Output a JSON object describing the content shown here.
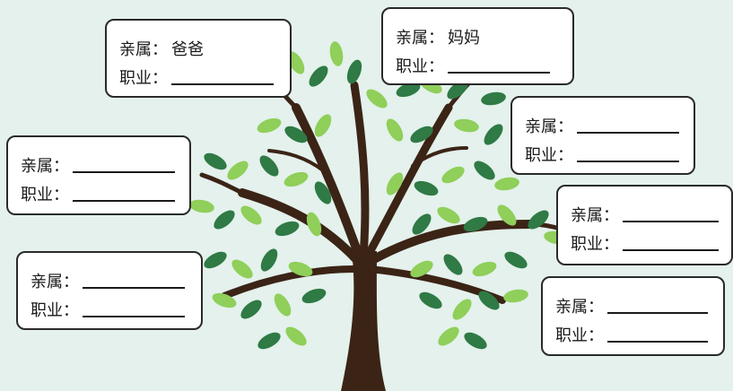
{
  "labels": {
    "relative": "亲属",
    "job": "职业",
    "colon": "："
  },
  "cards": [
    {
      "id": "dad",
      "relative_value": "爸爸",
      "job_value": ""
    },
    {
      "id": "mom",
      "relative_value": "妈妈",
      "job_value": ""
    },
    {
      "id": "right-1",
      "relative_value": "",
      "job_value": ""
    },
    {
      "id": "left-1",
      "relative_value": "",
      "job_value": ""
    },
    {
      "id": "right-2",
      "relative_value": "",
      "job_value": ""
    },
    {
      "id": "left-2",
      "relative_value": "",
      "job_value": ""
    },
    {
      "id": "right-3",
      "relative_value": "",
      "job_value": ""
    }
  ],
  "colors": {
    "background": "#e4f1ec",
    "trunk": "#3b2416",
    "leaf_light": "#8fcf5a",
    "leaf_dark": "#2f7a45"
  }
}
